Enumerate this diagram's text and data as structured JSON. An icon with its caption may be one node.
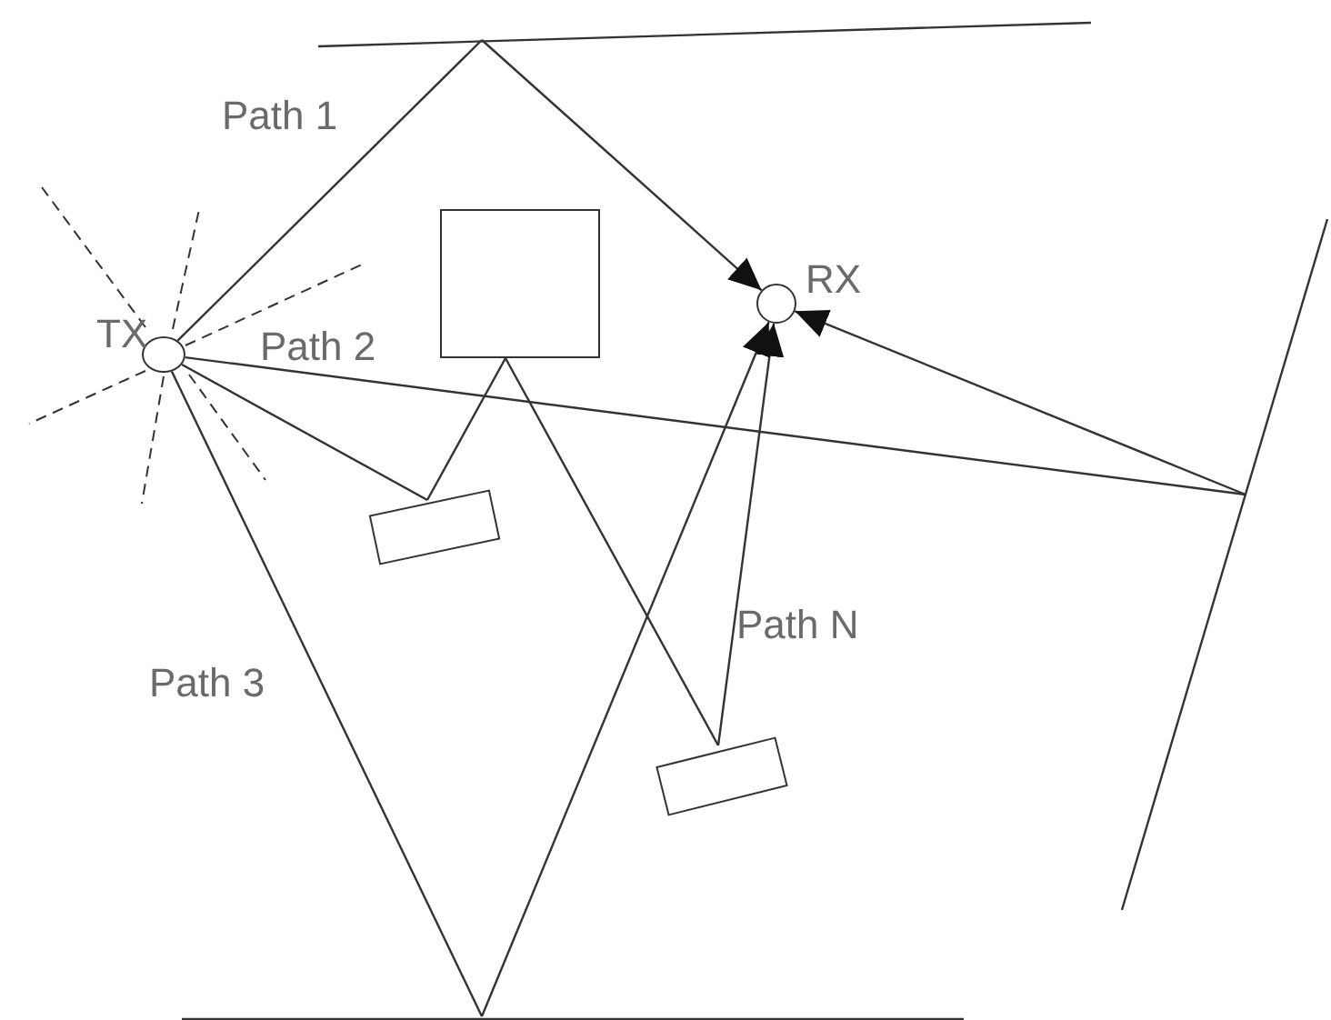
{
  "diagram": {
    "nodes": [
      {
        "text": [],
        "shape": "bar"
      },
      {
        "text": [],
        "shape": "circle",
        "beside": [
          "TX"
        ]
      },
      {
        "text": [],
        "shape": "circle",
        "beside": [
          "RX"
        ]
      },
      {
        "text": [],
        "shape": "box"
      },
      {
        "text": [],
        "shape": "box"
      },
      {
        "text": [],
        "shape": "box"
      },
      {
        "text": [],
        "shape": "bar"
      },
      {
        "text": [],
        "shape": "bar"
      }
    ],
    "edges": [
      {
        "from": 1,
        "to": 0,
        "arrow": "none",
        "label": "Path 1"
      },
      {
        "from": 0,
        "to": 2,
        "arrow": "to"
      },
      {
        "from": 1,
        "to": 4,
        "arrow": "none",
        "label": "Path 2"
      },
      {
        "from": 4,
        "to": 3,
        "arrow": "none"
      },
      {
        "from": 3,
        "to": 5,
        "arrow": "none"
      },
      {
        "from": 5,
        "to": 2,
        "arrow": "to",
        "label": "Path N"
      },
      {
        "from": 1,
        "to": 6,
        "arrow": "none"
      },
      {
        "from": 6,
        "to": 2,
        "arrow": "to"
      },
      {
        "from": 1,
        "to": 7,
        "arrow": "none",
        "label": "Path 3"
      },
      {
        "from": 7,
        "to": 2,
        "arrow": "to"
      }
    ]
  }
}
